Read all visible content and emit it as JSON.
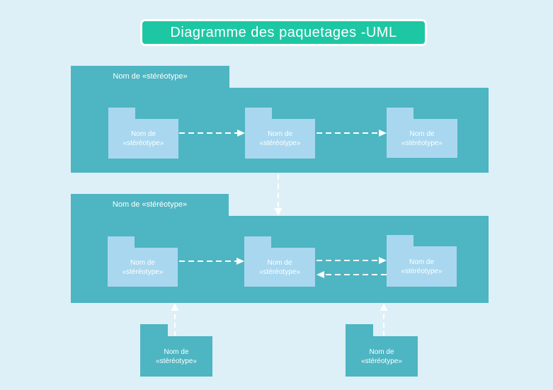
{
  "title": {
    "text": "Diagramme des paquetages -UML"
  },
  "colors": {
    "canvas_background": "#ddeff7",
    "outer_package": "#4eb5c2",
    "inner_package": "#a9d7ef",
    "title_banner": "#1dc7a3",
    "text": "#ffffff",
    "arrow": "#ffffff"
  },
  "outer_packages": [
    {
      "label": "Nom de «stéréotype»",
      "children": [
        {
          "line1": "Nom de",
          "line2": "«stéréotype»"
        },
        {
          "line1": "Nom de",
          "line2": "«stéréotype»"
        },
        {
          "line1": "Nom de",
          "line2": "«stéréotype»"
        }
      ]
    },
    {
      "label": "Nom de «stéréotype»",
      "children": [
        {
          "line1": "Nom de",
          "line2": "«stéréotype»"
        },
        {
          "line1": "Nom de",
          "line2": "«stéréotype»"
        },
        {
          "line1": "Nom de",
          "line2": "«stéréotype»"
        }
      ]
    }
  ],
  "standalone_packages": [
    {
      "line1": "Nom de",
      "line2": "«stéréotype»"
    },
    {
      "line1": "Nom de",
      "line2": "«stéréotype»"
    }
  ],
  "arrows": [
    {
      "from": "outer1-child1",
      "to": "outer1-child2",
      "style": "dashed",
      "direction": "right"
    },
    {
      "from": "outer1-child2",
      "to": "outer1-child3",
      "style": "dashed",
      "direction": "right"
    },
    {
      "from": "outer-package-1",
      "to": "outer-package-2",
      "style": "dashed",
      "direction": "down"
    },
    {
      "from": "outer2-child1",
      "to": "outer2-child2",
      "style": "dashed",
      "direction": "right"
    },
    {
      "from": "outer2-child2",
      "to": "outer2-child3",
      "style": "dashed",
      "direction": "right"
    },
    {
      "from": "outer2-child3",
      "to": "outer2-child2",
      "style": "dashed",
      "direction": "left"
    },
    {
      "from": "standalone-package-1",
      "to": "outer-package-2",
      "style": "dashed",
      "direction": "up"
    },
    {
      "from": "standalone-package-2",
      "to": "outer-package-2",
      "style": "dashed",
      "direction": "up"
    }
  ]
}
